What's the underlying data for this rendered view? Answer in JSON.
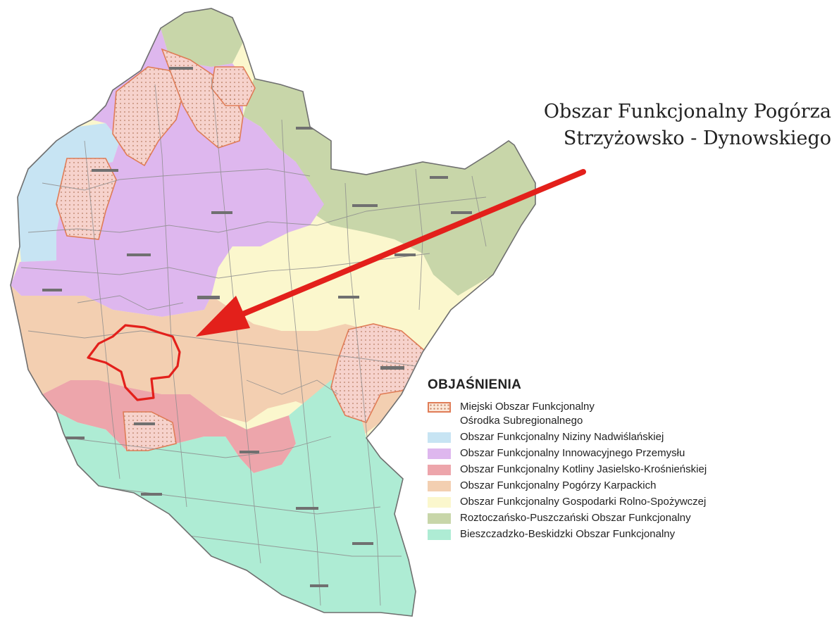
{
  "callout": {
    "line1": "Obszar Funkcjonalny Pogórza",
    "line2": "Strzyżowsko - Dynowskiego"
  },
  "legend": {
    "title": "OBJAŚNIENIA",
    "items": [
      {
        "label_lines": [
          "Miejski Obszar Funkcjonalny",
          "Ośrodka Subregionalnego"
        ],
        "color": "#fbe7d8",
        "pattern": "dotted",
        "border": "#e07c56"
      },
      {
        "label_lines": [
          "Obszar Funkcjonalny Niziny Nadwiślańskiej"
        ],
        "color": "#c7e4f3"
      },
      {
        "label_lines": [
          "Obszar Funkcjonalny Innowacyjnego Przemysłu"
        ],
        "color": "#deb7ee"
      },
      {
        "label_lines": [
          "Obszar Funkcjonalny Kotliny Jasielsko-Krośnieńskiej"
        ],
        "color": "#eda5ab"
      },
      {
        "label_lines": [
          "Obszar Funkcjonalny Pogórzy Karpackich"
        ],
        "color": "#f3cfb1"
      },
      {
        "label_lines": [
          "Obszar Funkcjonalny Gospodarki Rolno-Spożywczej"
        ],
        "color": "#fbf7cd"
      },
      {
        "label_lines": [
          "Roztoczańsko-Puszczański Obszar Funkcjonalny"
        ],
        "color": "#c8d6a9"
      },
      {
        "label_lines": [
          "Bieszczadzko-Beskidzki Obszar Funkcjonalny"
        ],
        "color": "#aeecd4"
      }
    ]
  },
  "map": {
    "colors": {
      "outline": "#6f6f6f",
      "highlight": "#e3201b",
      "arrow": "#e3201b"
    }
  }
}
